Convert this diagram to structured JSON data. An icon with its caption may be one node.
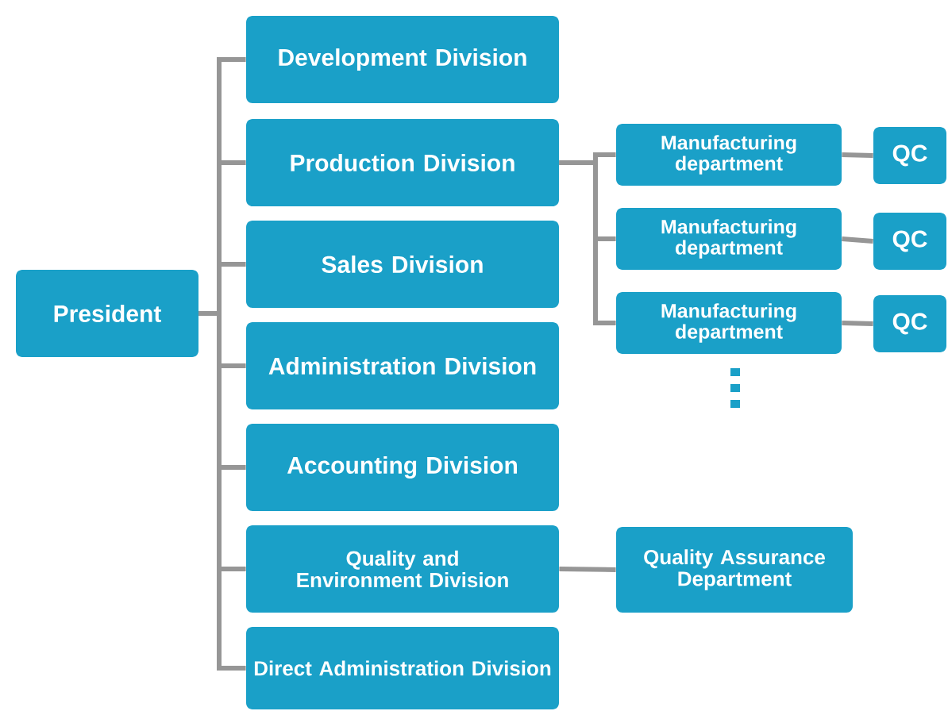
{
  "diagram": {
    "nodes": [
      {
        "text": [
          "President"
        ]
      },
      {
        "text": [
          "Development Division"
        ]
      },
      {
        "text": [
          "Production Division"
        ]
      },
      {
        "text": [
          "Sales Division"
        ]
      },
      {
        "text": [
          "Administration Division"
        ]
      },
      {
        "text": [
          "Accounting Division"
        ]
      },
      {
        "text": [
          "Quality and Environment Division"
        ]
      },
      {
        "text": [
          "Direct Administration Division"
        ]
      },
      {
        "text": [
          "Manufacturing department"
        ]
      },
      {
        "text": [
          "QC"
        ]
      },
      {
        "text": [
          "Manufacturing department"
        ]
      },
      {
        "text": [
          "QC"
        ]
      },
      {
        "text": [
          "Manufacturing department"
        ]
      },
      {
        "text": [
          "QC"
        ]
      },
      {
        "text": [
          "Quality Assurance Department"
        ]
      }
    ],
    "edges": [
      {
        "from": 0,
        "to": 1,
        "arrow": "none"
      },
      {
        "from": 0,
        "to": 2,
        "arrow": "none"
      },
      {
        "from": 0,
        "to": 3,
        "arrow": "none"
      },
      {
        "from": 0,
        "to": 4,
        "arrow": "none"
      },
      {
        "from": 0,
        "to": 5,
        "arrow": "none"
      },
      {
        "from": 0,
        "to": 6,
        "arrow": "none"
      },
      {
        "from": 0,
        "to": 7,
        "arrow": "none"
      },
      {
        "from": 2,
        "to": 8,
        "arrow": "none"
      },
      {
        "from": 2,
        "to": 10,
        "arrow": "none"
      },
      {
        "from": 2,
        "to": 12,
        "arrow": "none"
      },
      {
        "from": 8,
        "to": 9,
        "arrow": "none"
      },
      {
        "from": 10,
        "to": 11,
        "arrow": "none"
      },
      {
        "from": 12,
        "to": 13,
        "arrow": "none"
      },
      {
        "from": 6,
        "to": 14,
        "arrow": "none"
      }
    ]
  }
}
